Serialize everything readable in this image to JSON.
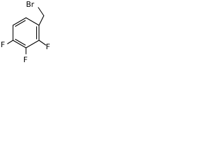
{
  "molecule": {
    "atoms": {
      "br": "Br",
      "f5": "F",
      "f2": "F",
      "f3": "F"
    }
  }
}
